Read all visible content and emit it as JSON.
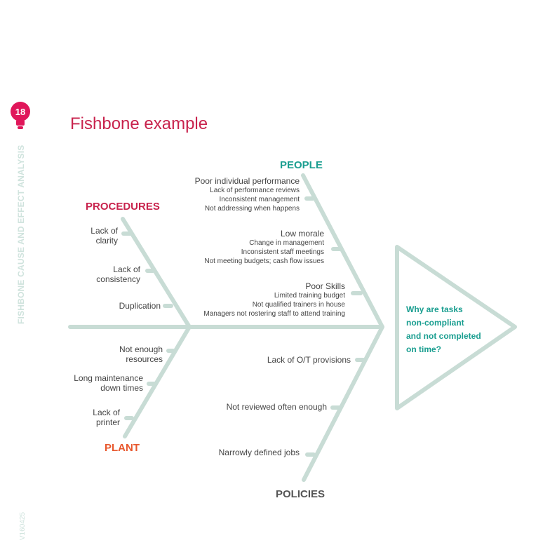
{
  "page_number": "18",
  "side_title": "FISHBONE CAUSE AND EFFECT ANALYSIS",
  "version": "V160425",
  "title": "Fishbone example",
  "colors": {
    "bone": "#c8dcd5",
    "procedures": "#c8234d",
    "people": "#1a9e90",
    "plant": "#e8582e",
    "policies": "#555555",
    "badge": "#e0165a"
  },
  "categories": {
    "people": "PEOPLE",
    "procedures": "PROCEDURES",
    "plant": "PLANT",
    "policies": "POLICIES"
  },
  "procedures": [
    "Lack of\nclarity",
    "Lack of\nconsistency",
    "Duplication"
  ],
  "plant": [
    "Not enough\nresources",
    "Long maintenance\ndown times",
    "Lack of\nprinter"
  ],
  "policies": [
    "Lack of O/T provisions",
    "Not reviewed often enough",
    "Narrowly defined jobs"
  ],
  "people": [
    {
      "main": "Poor individual performance",
      "subs": [
        "Lack of performance reviews",
        "Inconsistent management",
        "Not addressing when happens"
      ]
    },
    {
      "main": "Low morale",
      "subs": [
        "Change in management",
        "Inconsistent staff meetings",
        "Not meeting budgets; cash flow issues"
      ]
    },
    {
      "main": "Poor Skills",
      "subs": [
        "Limited training budget",
        "Not qualified trainers in house",
        "Managers not rostering staff to attend training"
      ]
    }
  ],
  "effect": "Why are tasks\nnon-compliant\nand not completed\non time?"
}
